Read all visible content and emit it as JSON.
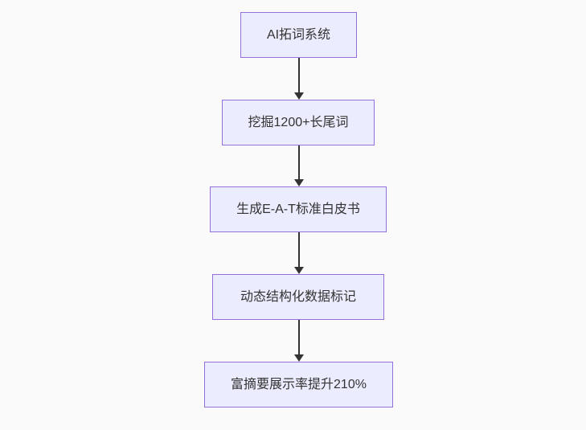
{
  "flowchart": {
    "type": "flowchart-top-down",
    "nodes": [
      {
        "id": "A",
        "label": "AI拓词系统"
      },
      {
        "id": "B",
        "label": "挖掘1200+长尾词"
      },
      {
        "id": "C",
        "label": "生成E-A-T标准白皮书"
      },
      {
        "id": "D",
        "label": "动态结构化数据标记"
      },
      {
        "id": "E",
        "label": "富摘要展示率提升210%"
      }
    ],
    "edges": [
      {
        "from": "A",
        "to": "B"
      },
      {
        "from": "B",
        "to": "C"
      },
      {
        "from": "C",
        "to": "D"
      },
      {
        "from": "D",
        "to": "E"
      }
    ],
    "colors": {
      "node_fill": "#ECECFF",
      "node_border": "#9370DB",
      "edge": "#333333",
      "text": "#333333",
      "background": "#FAFAFA"
    }
  }
}
